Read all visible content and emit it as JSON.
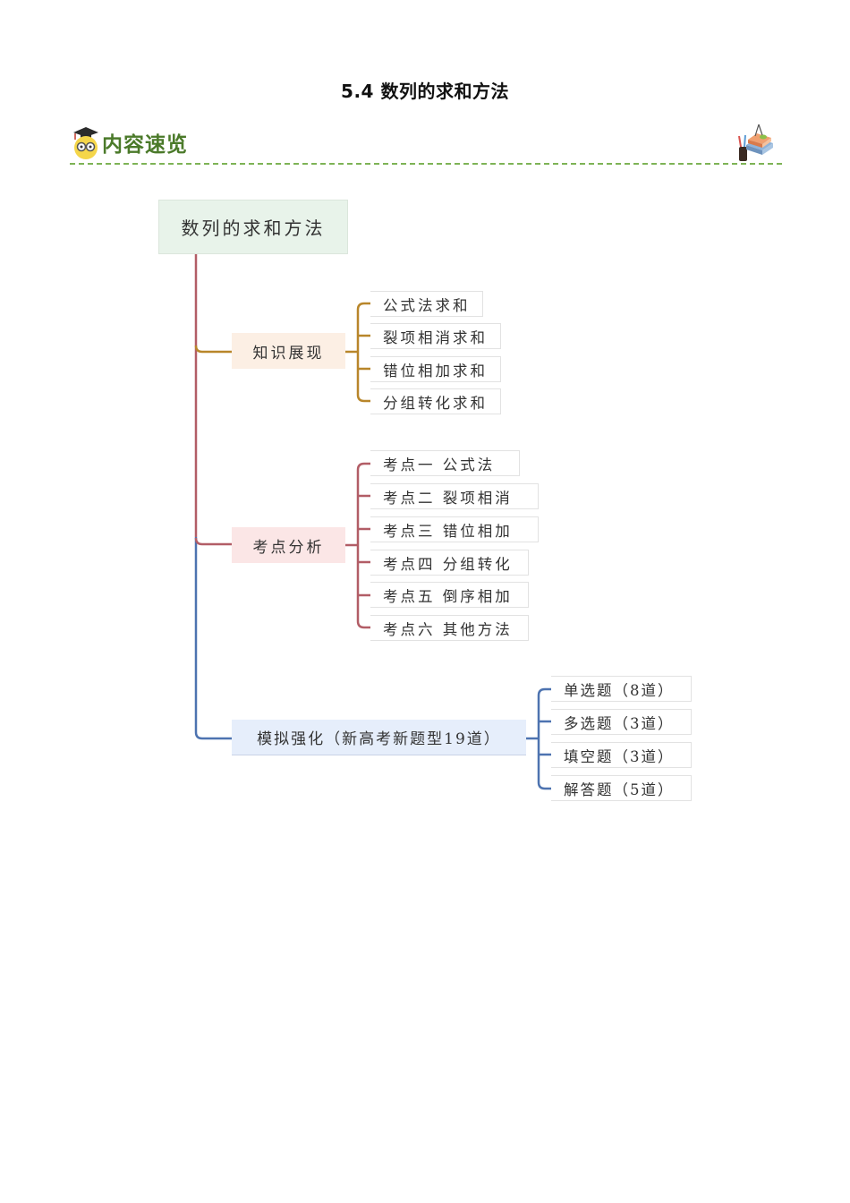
{
  "document": {
    "title": "5.4 数列的求和方法"
  },
  "section_header": {
    "label": "内容速览",
    "left_icon": "owl-graduate-icon",
    "right_icon": "books-stationery-icon",
    "accent_color": "#4b7a2a",
    "dash_color": "#7eb356"
  },
  "mindmap": {
    "root": {
      "label": "数列的求和方法",
      "bg": "#e8f3ea"
    },
    "branches": [
      {
        "label": "知识展现",
        "color": "#b8862a",
        "bg": "#fcefe4",
        "children": [
          "公式法求和",
          "裂项相消求和",
          "错位相加求和",
          "分组转化求和"
        ]
      },
      {
        "label": "考点分析",
        "color": "#b25d66",
        "bg": "#fbe6e6",
        "children": [
          "考点一  公式法",
          "考点二  裂项相消",
          "考点三  错位相加",
          "考点四  分组转化",
          "考点五  倒序相加",
          "考点六  其他方法"
        ]
      },
      {
        "label": "模拟强化（新高考新题型19道）",
        "color": "#4d73b0",
        "bg": "#e6eefb",
        "children": [
          "单选题（8道）",
          "多选题（3道）",
          "填空题（3道）",
          "解答题（5道）"
        ]
      }
    ]
  }
}
